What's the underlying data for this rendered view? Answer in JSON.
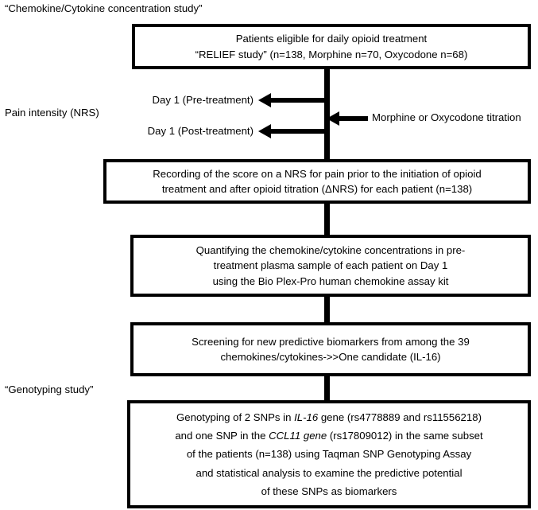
{
  "figure": {
    "type": "study-flowchart",
    "section_labels": [
      {
        "id": "chemokine-study",
        "text": "“Chemokine/Cytokine concentration study”"
      },
      {
        "id": "pain-intensity",
        "text": "Pain intensity (NRS)"
      },
      {
        "id": "genotyping-study",
        "text": "“Genotyping study”"
      }
    ],
    "boxes": [
      {
        "id": "eligible-patients",
        "lines": [
          "Patients eligible for daily opioid treatment",
          "“RELIEF study” (n=138, Morphine n=70, Oxycodone n=68)"
        ]
      },
      {
        "id": "nrs-recording",
        "lines": [
          "Recording of the score on a NRS for pain prior to the initiation of opioid",
          "treatment and after opioid titration (ΔNRS) for each patient (n=138)"
        ]
      },
      {
        "id": "quantifying-chemokines",
        "lines": [
          "Quantifying the chemokine/cytokine concentrations in pre-",
          "treatment plasma sample of each patient on Day 1",
          "using the Bio Plex-Pro human chemokine assay kit"
        ]
      },
      {
        "id": "biomarker-screening",
        "lines": [
          "Screening for new predictive biomarkers from among the 39",
          "chemokines/cytokines->>One candidate (IL-16)"
        ]
      }
    ],
    "genotyping_box": {
      "id": "genotyping-box",
      "lines": [
        [
          {
            "t": "Genotyping of 2 SNPs in "
          },
          {
            "t": "IL-16",
            "italic": true
          },
          {
            "t": " gene (rs4778889 and rs11556218)"
          }
        ],
        [
          {
            "t": "and one SNP in the "
          },
          {
            "t": "CCL11 gene",
            "italic": true
          },
          {
            "t": " (rs17809012) in the same subset"
          }
        ],
        [
          {
            "t": "of the patients (n=138) using Taqman SNP Genotyping Assay"
          }
        ],
        [
          {
            "t": "and statistical analysis to examine the predictive potential"
          }
        ],
        [
          {
            "t": "of these SNPs as biomarkers"
          }
        ]
      ]
    },
    "arrows": [
      {
        "id": "day1-pre",
        "label": "Day 1 (Pre-treatment)",
        "direction": "left"
      },
      {
        "id": "titration",
        "label": "Morphine or Oxycodone titration",
        "direction": "left"
      },
      {
        "id": "day1-post",
        "label": "Day 1 (Post-treatment)",
        "direction": "left"
      }
    ],
    "colors": {
      "stroke": "#000000",
      "fill": "#ffffff",
      "text": "#000000"
    }
  }
}
